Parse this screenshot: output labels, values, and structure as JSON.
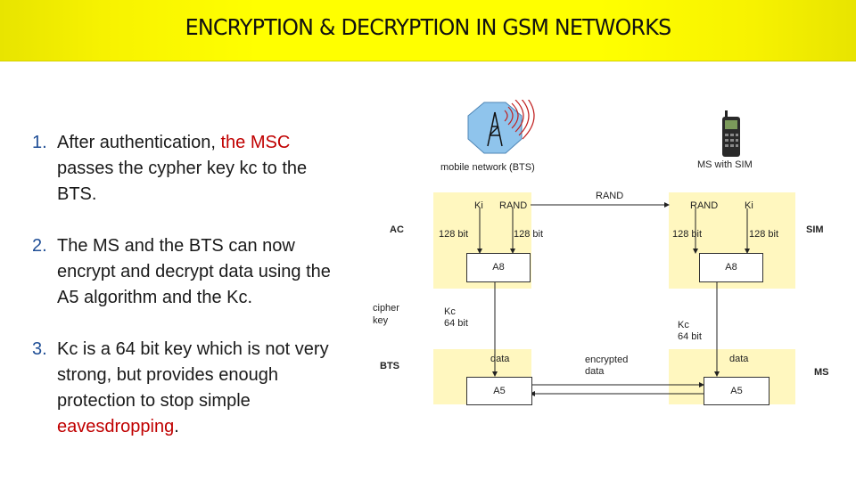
{
  "title": "ENCRYPTION & DECRYPTION IN GSM NETWORKS",
  "points": [
    {
      "num": "1.",
      "parts": [
        {
          "text": "After authentication, ",
          "red": false
        },
        {
          "text": "the MSC",
          "red": true
        },
        {
          "text": " passes the cypher key kc to the BTS.",
          "red": false
        }
      ]
    },
    {
      "num": "2.",
      "parts": [
        {
          "text": "The MS and the BTS can now encrypt and decrypt data using the A5 algorithm and the Kc.",
          "red": false
        }
      ]
    },
    {
      "num": "3.",
      "parts": [
        {
          "text": "Kc is a 64 bit key which is not very strong, but provides enough protection to stop simple ",
          "red": false
        },
        {
          "text": "eavesdropping",
          "red": true
        },
        {
          "text": ".",
          "red": false
        }
      ]
    }
  ],
  "diagram": {
    "network_label": "mobile network (BTS)",
    "ms_label": "MS with SIM",
    "rand_top": "RAND",
    "left_ki": "Ki",
    "left_rand": "RAND",
    "right_rand": "RAND",
    "right_ki": "Ki",
    "left_128_a": "128 bit",
    "left_128_b": "128 bit",
    "right_128_a": "128 bit",
    "right_128_b": "128 bit",
    "a8_left": "A8",
    "a8_right": "A8",
    "ac_label": "AC",
    "sim_label": "SIM",
    "cipher_key_line1": "cipher",
    "cipher_key_line2": "key",
    "kc_left": "Kc",
    "kc_left_bits": "64 bit",
    "kc_right": "Kc",
    "kc_right_bits": "64 bit",
    "bts_label": "BTS",
    "ms_side_label": "MS",
    "data_left": "data",
    "data_right": "data",
    "encrypted_line1": "encrypted",
    "encrypted_line2": "data",
    "a5_left": "A5",
    "a5_right": "A5",
    "colors": {
      "panel": "#fff7bf",
      "tower": "#8fc4ec",
      "title_bar": "#ffff00",
      "accent_red": "#c00000",
      "number_blue": "#1f4e96"
    }
  }
}
